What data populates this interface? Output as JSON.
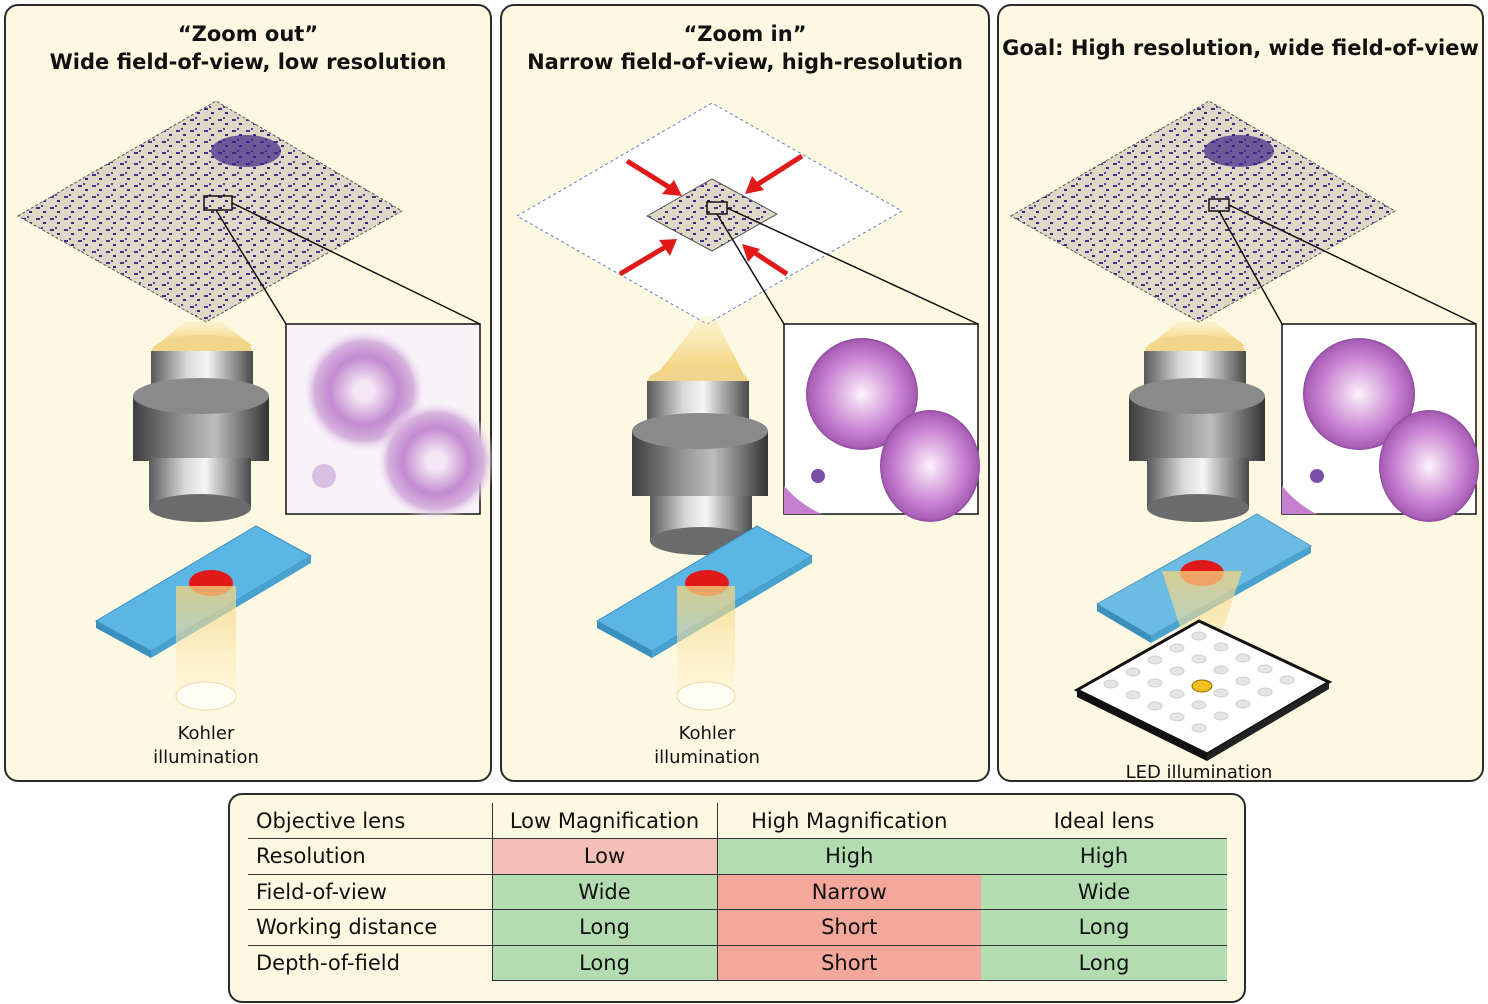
{
  "panels": [
    {
      "title_line1": "“Zoom out”",
      "title_line2": "Wide field-of-view, low resolution",
      "caption_line1": "Kohler",
      "caption_line2": "illumination"
    },
    {
      "title_line1": "“Zoom in”",
      "title_line2": "Narrow field-of-view, high-resolution",
      "caption_line1": "Kohler",
      "caption_line2": "illumination"
    },
    {
      "title_line1": "Goal: High resolution, wide field-of-view",
      "caption_line1": "LED illumination"
    }
  ],
  "table": {
    "headers": [
      "Objective lens",
      "Low Magnification",
      "High Magnification",
      "Ideal lens"
    ],
    "rows": [
      {
        "label": "Resolution",
        "cells": [
          "Low",
          "High",
          "High"
        ]
      },
      {
        "label": "Field-of-view",
        "cells": [
          "Wide",
          "Narrow",
          "Wide"
        ]
      },
      {
        "label": "Working distance",
        "cells": [
          "Long",
          "Short",
          "Long"
        ]
      },
      {
        "label": "Depth-of-field",
        "cells": [
          "Long",
          "Short",
          "Long"
        ]
      }
    ]
  },
  "colors": {
    "panel_bg": "#fdf8e2",
    "good": "#b3dcb0",
    "bad": "#f4a79b",
    "bad_light": "#f7c0b6",
    "slide": "#5db5e3",
    "cell_stain": "#4a2d8c",
    "blood_cell": "#c77ed0",
    "light_cone": "#f2c75c"
  }
}
